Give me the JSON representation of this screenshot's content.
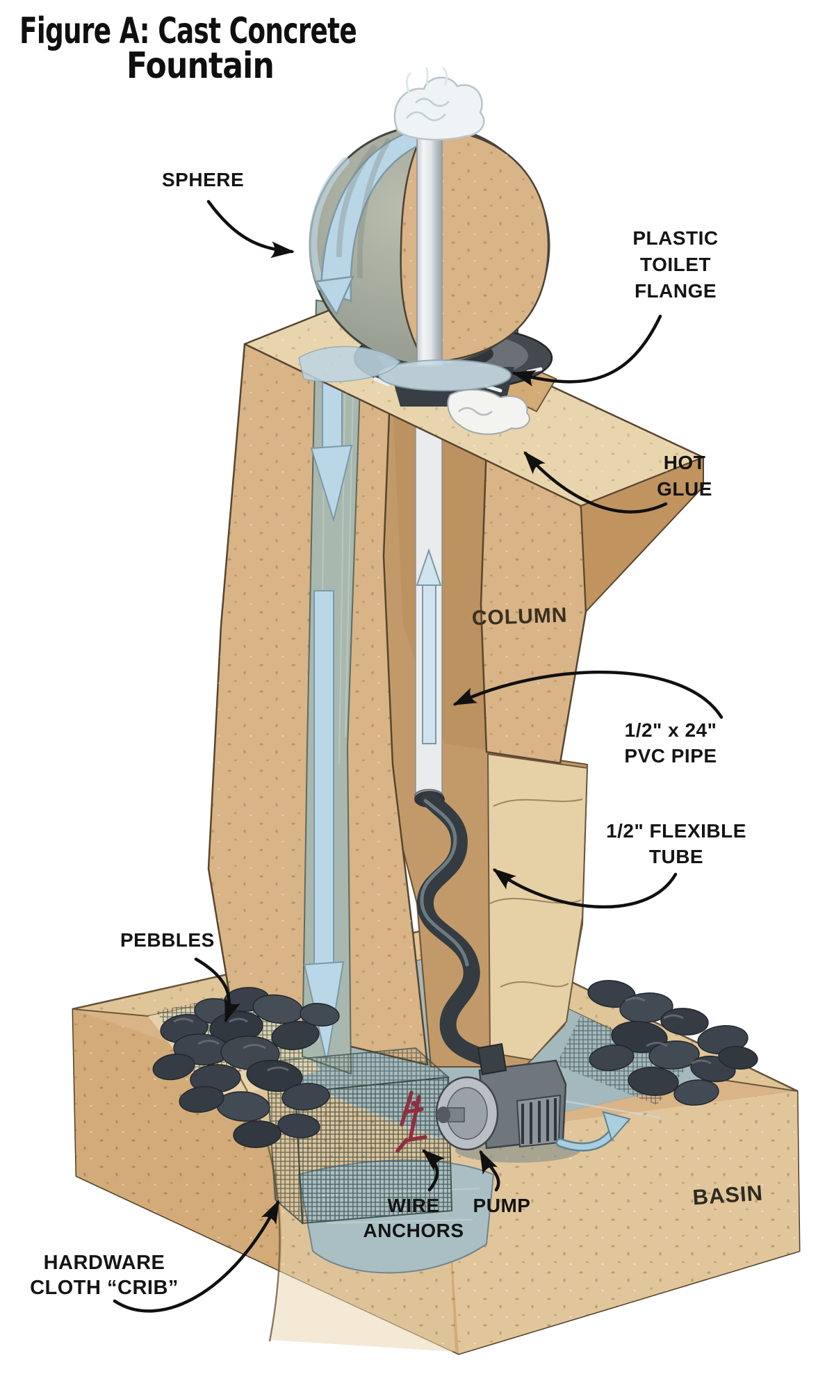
{
  "figure": {
    "title_line1": "Figure A: Cast Concrete",
    "title_line2": "Fountain"
  },
  "labels": {
    "sphere": "SPHERE",
    "plastic_toilet_flange": [
      "PLASTIC",
      "TOILET",
      "FLANGE"
    ],
    "hot_glue": [
      "HOT",
      "GLUE"
    ],
    "column": "COLUMN",
    "pvc_pipe": [
      "1/2\" x 24\"",
      "PVC PIPE"
    ],
    "flexible_tube": [
      "1/2\" FLEXIBLE",
      "TUBE"
    ],
    "pebbles": "PEBBLES",
    "wire_anchors": [
      "WIRE",
      "ANCHORS"
    ],
    "pump": "PUMP",
    "basin": "BASIN",
    "hardware_cloth_crib": [
      "HARDWARE",
      "CLOTH “CRIB”"
    ]
  },
  "colors": {
    "background": "#ffffff",
    "title_text": "#0f0f0f",
    "label_text": "#141414",
    "leader_line": "#101010",
    "concrete_tan": "#d8b487",
    "concrete_light": "#e9d5ad",
    "concrete_dark": "#c0935f",
    "concrete_cut": "#e6d0a6",
    "channel_green": "#a9b8ae",
    "water_blue": "#b9d6e6",
    "basin_water": "#a3b9be",
    "pipe_white": "#e9ebed",
    "flange_grey": "#43494e",
    "tube_dark": "#343c42",
    "pump_grey": "#6f767c",
    "pebble_dark": "#394049",
    "mesh_green": "#41524e",
    "anchor_red": "#8e2f3e",
    "glue_white": "#f3f3f0"
  }
}
